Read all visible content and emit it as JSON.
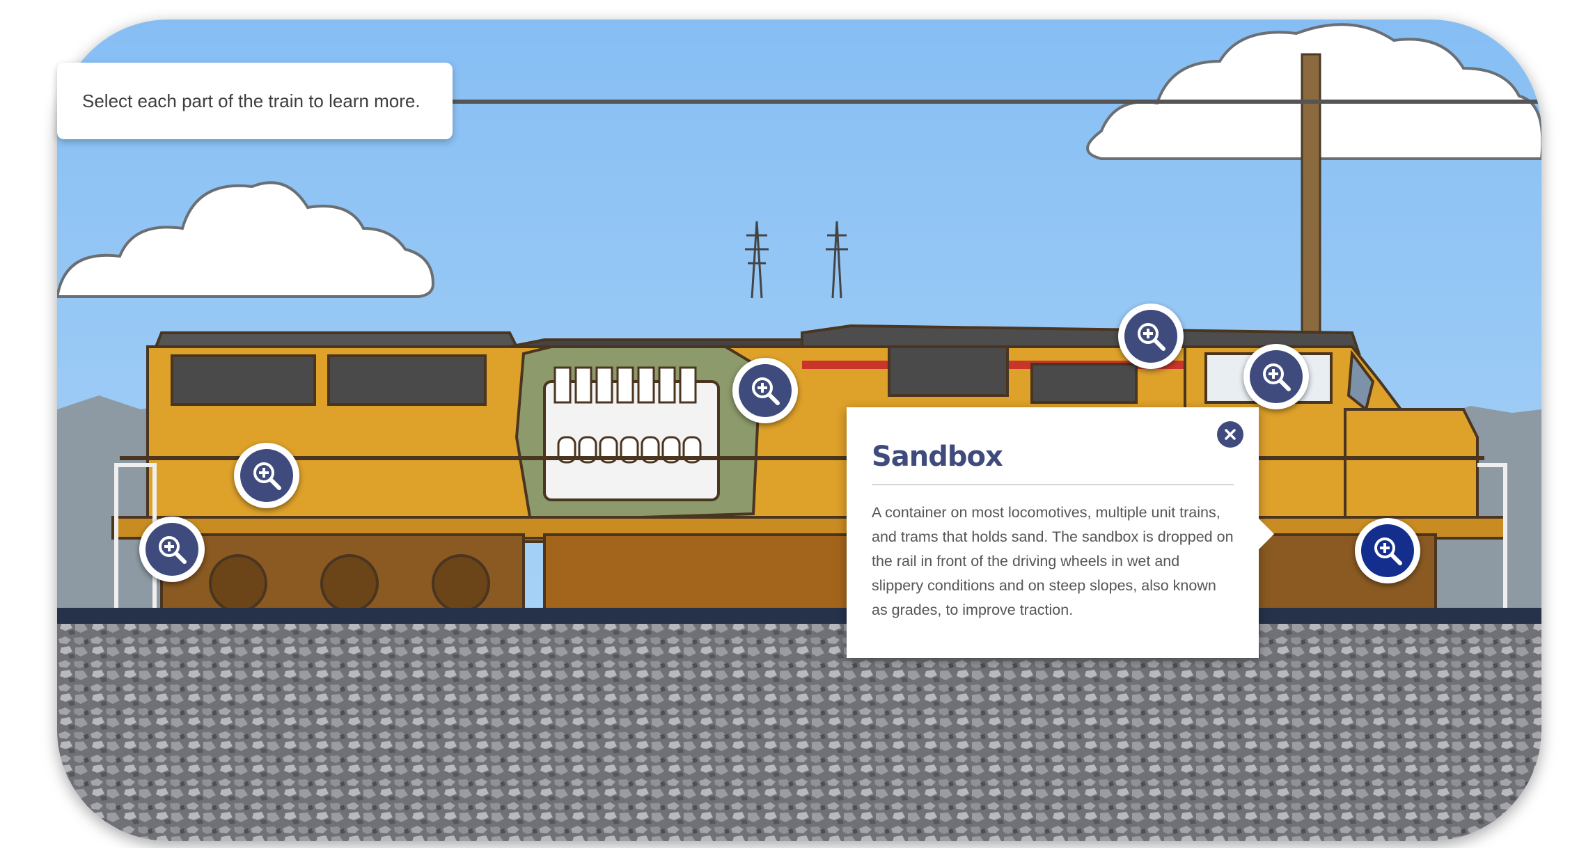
{
  "instruction": "Select each part of the train to learn more.",
  "hotspots": [
    {
      "name": "rear-steps"
    },
    {
      "name": "rear-hood"
    },
    {
      "name": "engine"
    },
    {
      "name": "radiator"
    },
    {
      "name": "cab"
    },
    {
      "name": "sandbox"
    }
  ],
  "popup": {
    "title": "Sandbox",
    "body": "A container on most locomotives, multiple unit trains, and trams that holds sand. The sandbox is dropped on the rail in front of the driving wheels in wet and slippery conditions and on steep slopes, also known as grades, to improve traction."
  },
  "icons": {
    "hotspot": "zoom-in-icon",
    "close": "close-icon"
  },
  "colors": {
    "sky": "#8fc4f3",
    "locomotive": "#dea12a",
    "hotspot": "#3f4b7c",
    "hotspot_active": "#142e8e",
    "gravel": "#7d7f84",
    "rail": "#26324a"
  }
}
